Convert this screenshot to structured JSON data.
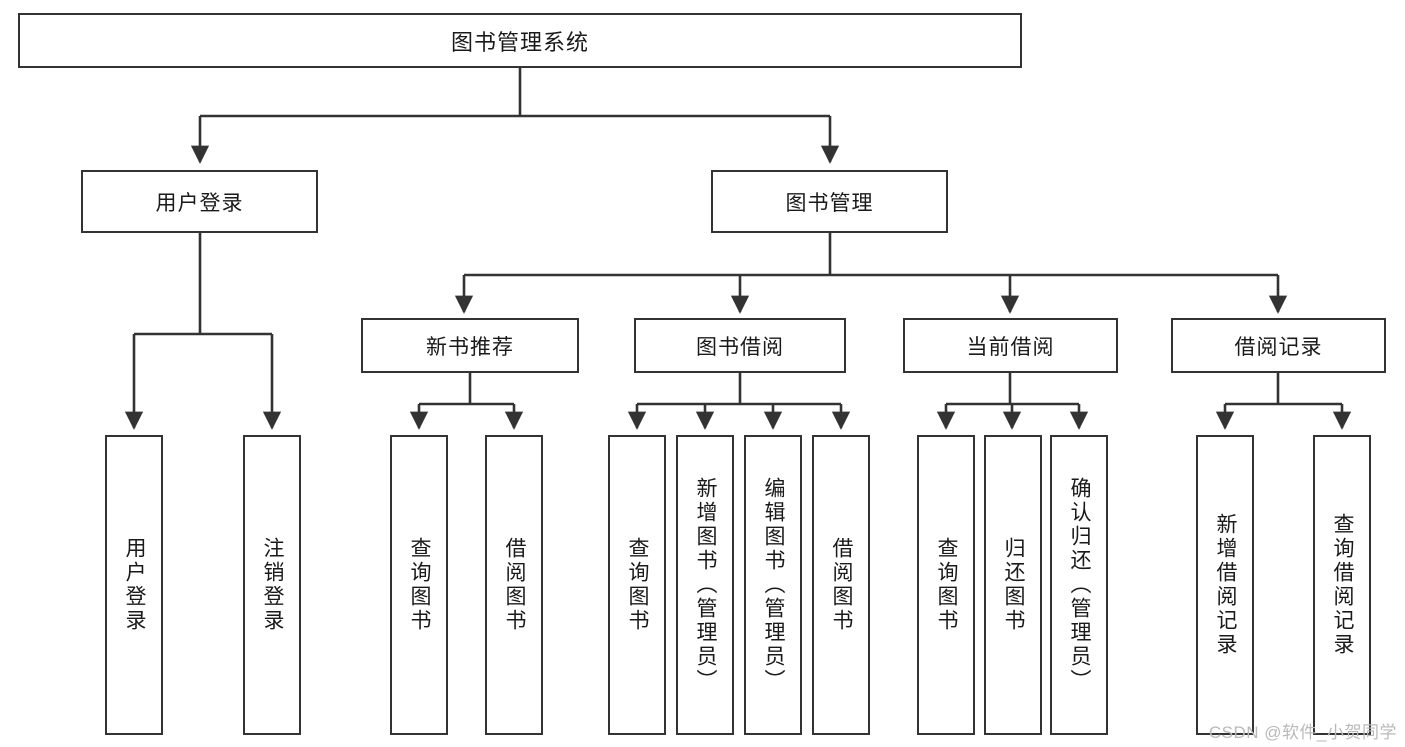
{
  "diagram": {
    "title": "图书管理系统",
    "watermark": "CSDN @软件_小贺同学",
    "colors": {
      "stroke": "#333333",
      "fill": "#ffffff",
      "text": "#1a1a1a",
      "watermark": "#b9b9b9"
    },
    "nodes": {
      "root": "图书管理系统",
      "l2": {
        "user_login": "用户登录",
        "book_manage": "图书管理"
      },
      "l3": {
        "new_book_rec": "新书推荐",
        "book_borrow": "图书借阅",
        "current_borrow": "当前借阅",
        "borrow_record": "借阅记录"
      },
      "leaves": {
        "user_login_1": "用户登录",
        "user_login_2": "注销登录",
        "new_book_1": "查询图书",
        "new_book_2": "借阅图书",
        "borrow_1": "查询图书",
        "borrow_2": "新增图书（管理员）",
        "borrow_3": "编辑图书（管理员）",
        "borrow_4": "借阅图书",
        "current_1": "查询图书",
        "current_2": "归还图书",
        "current_3": "确认归还（管理员）",
        "record_1": "新增借阅记录",
        "record_2": "查询借阅记录"
      }
    }
  }
}
